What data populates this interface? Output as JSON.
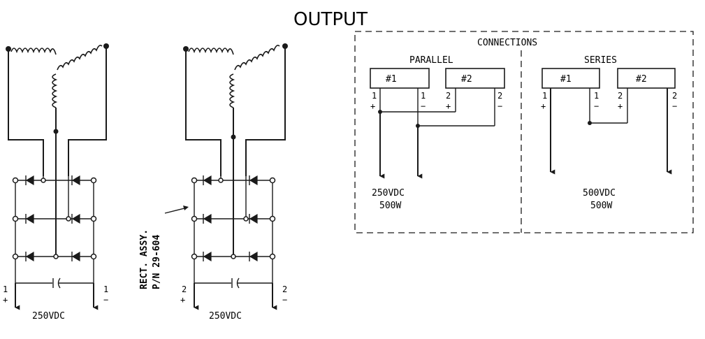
{
  "title": "OUTPUT",
  "left_rectifier": {
    "output_label": "250VDC",
    "plus_label": "+",
    "minus_label": "−",
    "terminal_left": "1",
    "terminal_right": "1"
  },
  "right_rectifier": {
    "output_label": "250VDC",
    "plus_label": "+",
    "minus_label": "−",
    "terminal_left": "2",
    "terminal_right": "2",
    "assembly_line1": "RECT. ASSY.",
    "assembly_line2": "P/N 29-604"
  },
  "connections": {
    "title": "CONNECTIONS",
    "parallel": {
      "label": "PARALLEL",
      "unit1": "#1",
      "unit2": "#2",
      "t1": "1",
      "t2": "1",
      "t3": "2",
      "t4": "2",
      "plus": "+",
      "minus": "−",
      "voltage": "250VDC",
      "power": "500W"
    },
    "series": {
      "label": "SERIES",
      "unit1": "#1",
      "unit2": "#2",
      "t1": "1",
      "t2": "1",
      "t3": "2",
      "t4": "2",
      "plus": "+",
      "minus": "−",
      "voltage": "500VDC",
      "power": "500W"
    }
  }
}
